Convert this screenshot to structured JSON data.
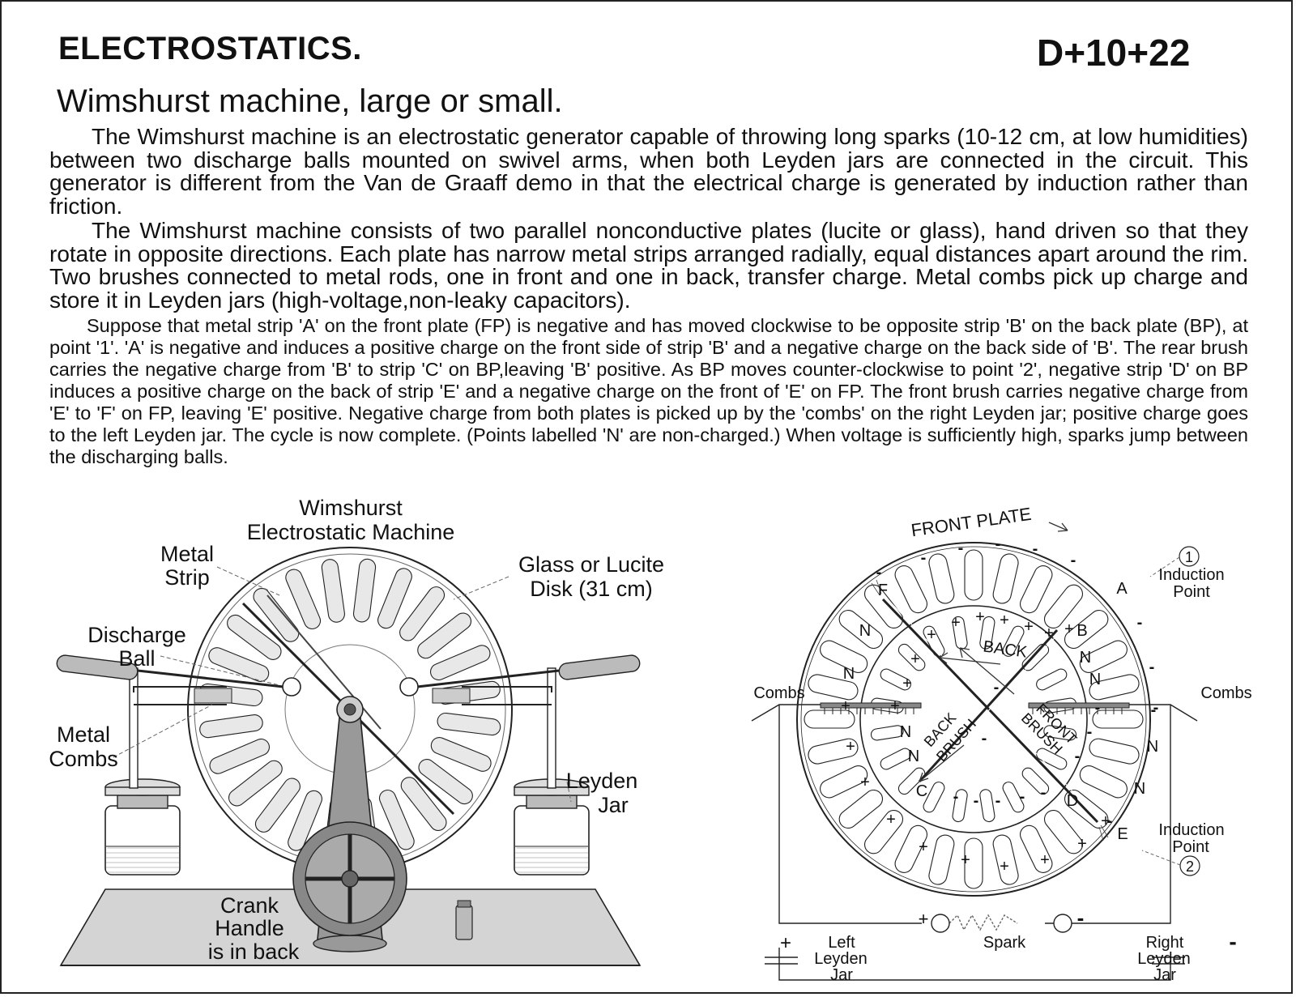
{
  "header": {
    "title": "ELECTROSTATICS.",
    "code": "D+10+22",
    "subtitle": "Wimshurst machine, large or small."
  },
  "body": {
    "paragraph1": "The Wimshurst machine is an electrostatic generator capable of throwing long sparks (10-12 cm, at low humidities) between two discharge balls mounted on swivel arms, when both Leyden jars are connected in the circuit. This generator is different from the Van de Graaff demo in that the electrical charge is generated by induction rather than friction.",
    "paragraph2": "The Wimshurst machine consists of two parallel nonconductive plates (lucite or glass), hand driven so that they rotate in opposite directions. Each plate has narrow metal strips arranged radially, equal distances apart around the rim. Two brushes connected to metal rods, one in front and one in back, transfer charge. Metal combs pick up charge and store it in Leyden jars (high-voltage,non-leaky capacitors).",
    "paragraph3": "Suppose that metal strip 'A' on the front plate (FP) is negative and has moved clockwise to be opposite strip 'B' on the back plate (BP), at point '1'. 'A' is negative and induces a positive charge on the front side of strip 'B' and a negative charge on the back side of 'B'. The rear brush carries the negative charge from 'B' to strip 'C' on BP,leaving 'B' positive. As BP moves counter-clockwise to point '2', negative strip 'D' on BP induces a positive charge on the back of strip 'E' and a negative charge on the front of 'E' on FP.  The front brush carries negative charge from 'E' to 'F' on FP, leaving 'E' positive. Negative charge from both plates is picked up by the 'combs' on the right Leyden jar; positive charge goes to the left Leyden jar. The cycle is now complete. (Points labelled 'N' are non-charged.) When voltage is sufficiently high, sparks jump between the discharging balls."
  },
  "left_figure": {
    "title_line1": "Wimshurst",
    "title_line2": "Electrostatic Machine",
    "metal_strip_1": "Metal",
    "metal_strip_2": "Strip",
    "glass_disk_1": "Glass or Lucite",
    "glass_disk_2": "Disk (31 cm)",
    "discharge_ball_1": "Discharge",
    "discharge_ball_2": "Ball",
    "metal_combs_1": "Metal",
    "metal_combs_2": "Combs",
    "leyden_jar_1": "Leyden",
    "leyden_jar_2": "Jar",
    "crank_1": "Crank",
    "crank_2": "Handle",
    "crank_3": "is in back"
  },
  "right_figure": {
    "front_plate": "FRONT PLATE",
    "back": "BACK",
    "back_brush_1": "BACK",
    "back_brush_2": "BRUSH",
    "front_brush_1": "FRONT",
    "front_brush_2": "BRUSH",
    "combs_left": "Combs",
    "combs_right": "Combs",
    "induction_1_num": "1",
    "induction_1_a": "Induction",
    "induction_1_b": "Point",
    "induction_2_num": "2",
    "induction_2_a": "Induction",
    "induction_2_b": "Point",
    "spark": "Spark",
    "left_jar_1": "Left",
    "left_jar_2": "Leyden",
    "left_jar_3": "Jar",
    "right_jar_1": "Right",
    "right_jar_2": "Leyden",
    "right_jar_3": "Jar",
    "plus": "+",
    "minus": "-",
    "letter_A": "A",
    "letter_B": "B",
    "letter_C": "C",
    "letter_D": "D",
    "letter_E": "E",
    "letter_F": "F",
    "letter_N": "N"
  }
}
